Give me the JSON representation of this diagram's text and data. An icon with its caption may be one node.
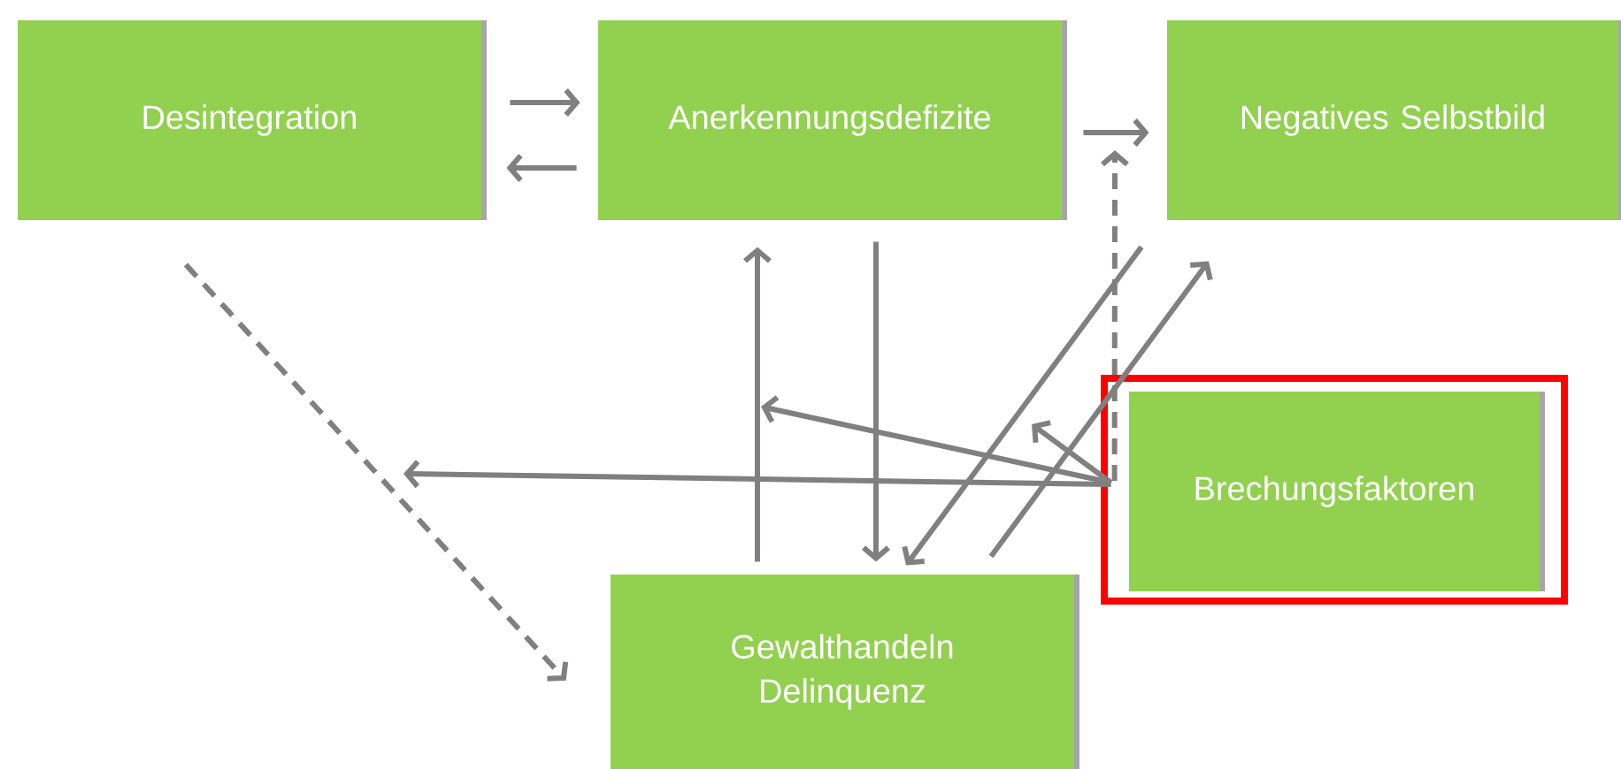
{
  "diagram": {
    "nodes": [
      {
        "text": [
          "Desintegration"
        ]
      },
      {
        "text": [
          "Anerkennungsdefizite"
        ]
      },
      {
        "text": [
          "Negatives Selbstbild"
        ]
      },
      {
        "text": [],
        "shape": "box"
      },
      {
        "text": [
          "Brechungsfaktoren"
        ],
        "in": 3
      },
      {
        "text": [
          "Gewalthandeln Delinquenz"
        ]
      }
    ],
    "edges": [
      {
        "from": 0,
        "to": 1,
        "arrow": "to"
      },
      {
        "from": 1,
        "to": 0,
        "arrow": "to"
      },
      {
        "from": 1,
        "to": 2,
        "arrow": "to"
      },
      {
        "from": 0,
        "to": 5,
        "arrow": "to",
        "style": "dashed"
      },
      {
        "from": 5,
        "to": 1,
        "arrow": "to"
      },
      {
        "from": 1,
        "to": 5,
        "arrow": "to"
      },
      {
        "from": 2,
        "to": 5,
        "arrow": "to"
      },
      {
        "from": 5,
        "to": 2,
        "arrow": "to"
      },
      {
        "from": 4,
        "to": null,
        "arrow": "to",
        "style": "dashed"
      },
      {
        "from": 4,
        "to": null,
        "arrow": "to"
      },
      {
        "from": 4,
        "to": null,
        "arrow": "to"
      },
      {
        "from": 4,
        "to": null,
        "arrow": "to"
      }
    ]
  }
}
